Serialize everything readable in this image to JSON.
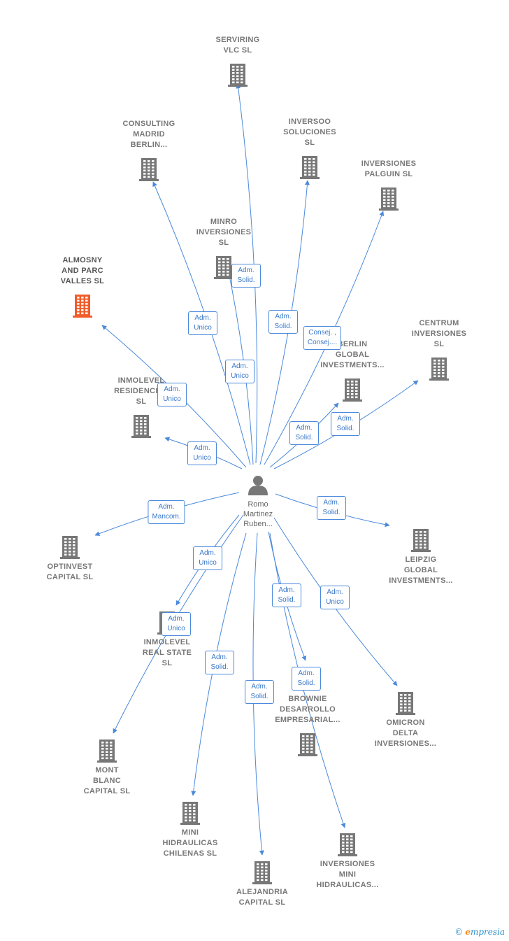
{
  "colors": {
    "edge": "#4a89dc",
    "node_icon": "#777777",
    "highlight": "#f25c2a"
  },
  "center": {
    "label": "Romo\nMartinez\nRuben..."
  },
  "nodes": [
    {
      "id": "serviring",
      "label": "SERVIRING\nVLC  SL"
    },
    {
      "id": "consulting",
      "label": "CONSULTING\nMADRID\nBERLIN..."
    },
    {
      "id": "inversoo",
      "label": "INVERSOO\nSOLUCIONES\nSL"
    },
    {
      "id": "palguin",
      "label": "INVERSIONES\nPALGUIN  SL"
    },
    {
      "id": "minro",
      "label": "MINRO\nINVERSIONES\nSL"
    },
    {
      "id": "almosny",
      "label": "ALMOSNY\nAND PARC\nVALLES  SL",
      "highlight": true
    },
    {
      "id": "centrum",
      "label": "CENTRUM\nINVERSIONES\nSL"
    },
    {
      "id": "berlin",
      "label": "BERLIN\nGLOBAL\nINVESTMENTS..."
    },
    {
      "id": "inmolevel-res",
      "label": "INMOLEVEL\nRESIDENCIAL\nSL"
    },
    {
      "id": "optinvest",
      "label": "OPTINVEST\nCAPITAL  SL"
    },
    {
      "id": "leipzig",
      "label": "LEIPZIG\nGLOBAL\nINVESTMENTS..."
    },
    {
      "id": "inmolevel-real",
      "label": "INMOLEVEL\nREAL STATE\nSL"
    },
    {
      "id": "brownie",
      "label": "BROWNIE\nDESARROLLO\nEMPRESARIAL..."
    },
    {
      "id": "omicron",
      "label": "OMICRON\nDELTA\nINVERSIONES..."
    },
    {
      "id": "mont-blanc",
      "label": "MONT\nBLANC\nCAPITAL  SL"
    },
    {
      "id": "mini-chilenas",
      "label": "MINI\nHIDRAULICAS\nCHILENAS  SL"
    },
    {
      "id": "inv-mini",
      "label": "INVERSIONES\nMINI\nHIDRAULICAS..."
    },
    {
      "id": "alejandria",
      "label": "ALEJANDRIA\nCAPITAL  SL"
    }
  ],
  "relations": [
    {
      "id": "r-serviring",
      "label": "Adm.\nSolid."
    },
    {
      "id": "r-consulting",
      "label": "Adm.\nUnico"
    },
    {
      "id": "r-minro",
      "label": "Adm.\nUnico"
    },
    {
      "id": "r-inversoo",
      "label": "Adm.\nSolid."
    },
    {
      "id": "r-palguin",
      "label": "Consej. ,\nConsej...."
    },
    {
      "id": "r-almosny",
      "label": "Adm.\nUnico"
    },
    {
      "id": "r-inmolevel-res",
      "label": "Adm.\nUnico"
    },
    {
      "id": "r-berlin",
      "label": "Adm.\nSolid."
    },
    {
      "id": "r-centrum",
      "label": "Adm.\nSolid."
    },
    {
      "id": "r-optinvest",
      "label": "Adm.\nMancom."
    },
    {
      "id": "r-leipzig",
      "label": "Adm.\nSolid."
    },
    {
      "id": "r-inmolevel-real",
      "label": "Adm.\nUnico"
    },
    {
      "id": "r-mont-blanc",
      "label": "Adm.\nUnico"
    },
    {
      "id": "r-brownie",
      "label": "Adm.\nSolid."
    },
    {
      "id": "r-omicron",
      "label": "Adm.\nUnico"
    },
    {
      "id": "r-mini-chilenas",
      "label": "Adm.\nSolid."
    },
    {
      "id": "r-alejandria",
      "label": "Adm.\nSolid."
    },
    {
      "id": "r-inv-mini",
      "label": "Adm.\nSolid."
    }
  ],
  "watermark": {
    "copyright": "©",
    "brand_initial": "e",
    "brand_rest": "mpresia"
  }
}
